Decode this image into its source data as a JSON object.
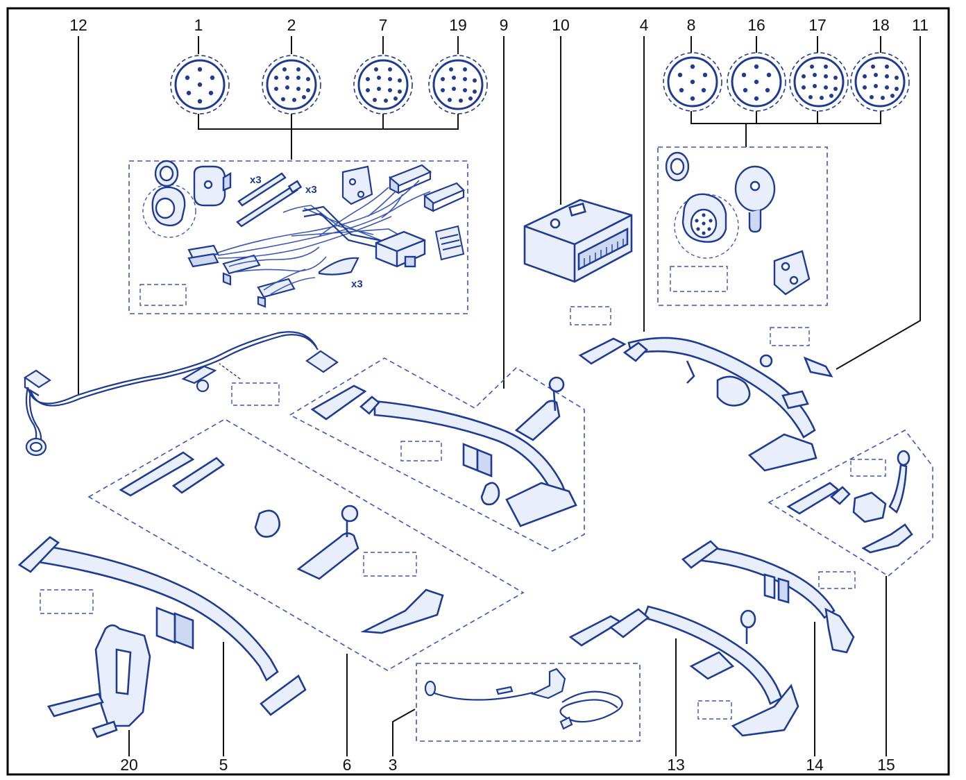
{
  "diagram": {
    "colors": {
      "line": "#1f3a93",
      "lineLight": "#3a57b5",
      "fill": "#e8eefb",
      "fillDark": "#cdd8f3",
      "callout": "#111111",
      "frame": "#000000",
      "background": "#ffffff"
    },
    "callouts": {
      "c1": "1",
      "c2": "2",
      "c3": "3",
      "c4": "4",
      "c5": "5",
      "c6": "6",
      "c7": "7",
      "c8": "8",
      "c9": "9",
      "c10": "10",
      "c11": "11",
      "c12": "12",
      "c13": "13",
      "c14": "14",
      "c15": "15",
      "c16": "16",
      "c17": "17",
      "c18": "18",
      "c19": "19",
      "c20": "20"
    },
    "kit_labels": {
      "cable_ties_qty": "x3",
      "ties_qty": "x3",
      "pads_qty": "x3"
    }
  }
}
